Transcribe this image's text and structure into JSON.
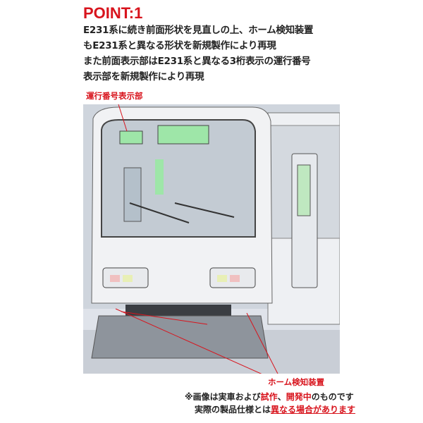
{
  "heading": "POINT:1",
  "description": [
    "E231系に続き前面形状を見直しの上、ホーム検知装置",
    "もE231系と異なる形状を新規製作により再現",
    "また前面表示部はE231系と異なる3桁表示の運行番号",
    "表示部を新規製作により再現"
  ],
  "labels": {
    "display": "運行番号表示部",
    "detector": "ホーム検知装置"
  },
  "note": {
    "l1_a": "※画像は実車および",
    "l1_b": "試作",
    "l1_c": "、",
    "l1_d": "開発中",
    "l1_e": "のものです",
    "l2_a": "実際の製品仕様とは",
    "l2_b": "異なる場合があります"
  },
  "colors": {
    "accent": "#d8141d",
    "display": "#9ee6a8"
  }
}
